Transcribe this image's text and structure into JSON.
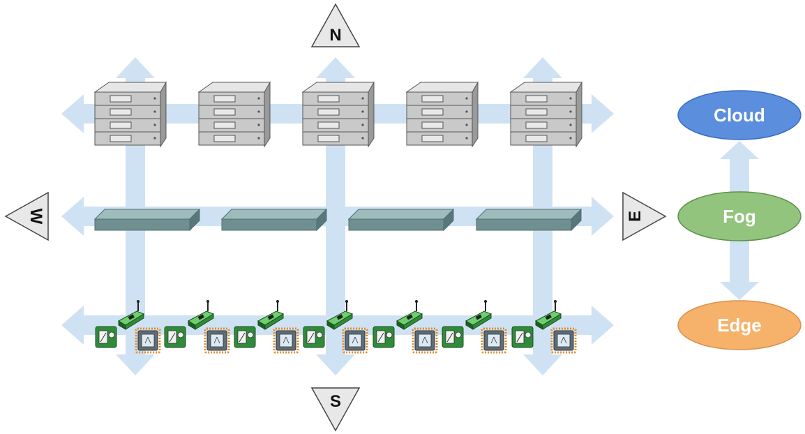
{
  "compass": {
    "north": "N",
    "south": "S",
    "west": "W",
    "east": "E"
  },
  "layers": [
    {
      "id": "cloud",
      "label": "Cloud",
      "fill": "#5b8fdd",
      "stroke": "#3a6cc0"
    },
    {
      "id": "fog",
      "label": "Fog",
      "fill": "#93c47d",
      "stroke": "#5f8f4a"
    },
    {
      "id": "edge",
      "label": "Edge",
      "fill": "#f6b26b",
      "stroke": "#d9904a"
    }
  ],
  "colors": {
    "arrow": "#cfe2f3",
    "server_body": "#c8c8c8",
    "switch_body": "#7a9a9c",
    "board_green": "#2e8b3a",
    "chip_orange": "#e08a2c"
  },
  "icons": {
    "server": "server-rack-icon",
    "switch": "network-switch-icon",
    "sensor": "wireless-sensor-node-icon",
    "chip": "microcontroller-chip-icon"
  }
}
